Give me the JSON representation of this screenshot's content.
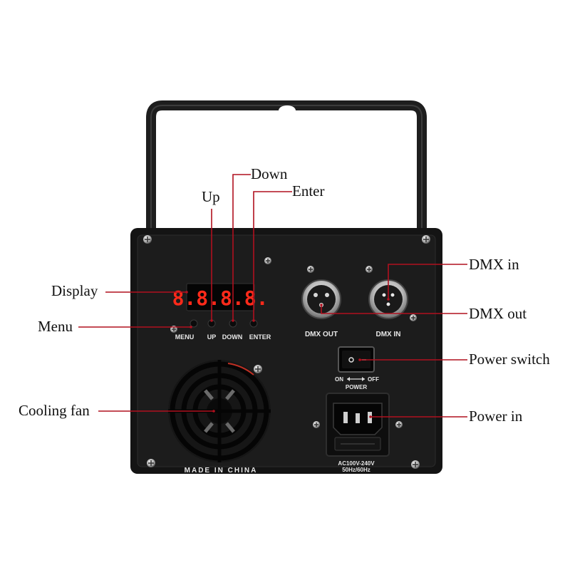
{
  "callouts": {
    "display": "Display",
    "menu": "Menu",
    "up": "Up",
    "down": "Down",
    "enter": "Enter",
    "cooling_fan": "Cooling fan",
    "dmx_in": "DMX in",
    "dmx_out": "DMX out",
    "power_switch": "Power switch",
    "power_in": "Power in"
  },
  "panel": {
    "display_digits": "8.8.8.8.",
    "button_labels": {
      "menu": "MENU",
      "up": "UP",
      "down": "DOWN",
      "enter": "ENTER"
    },
    "dmx_out_label": "DMX OUT",
    "dmx_in_label": "DMX IN",
    "switch_on": "ON",
    "switch_off": "OFF",
    "switch_title": "POWER",
    "voltage": "AC100V-240V",
    "frequency": "50Hz/60Hz",
    "made_in": "MADE IN CHINA"
  },
  "colors": {
    "callout_line": "#b0101e",
    "housing": "#141414",
    "panel": "#1c1c1c",
    "handle": "#1e1e1e",
    "led_red": "#ff2a1a"
  }
}
